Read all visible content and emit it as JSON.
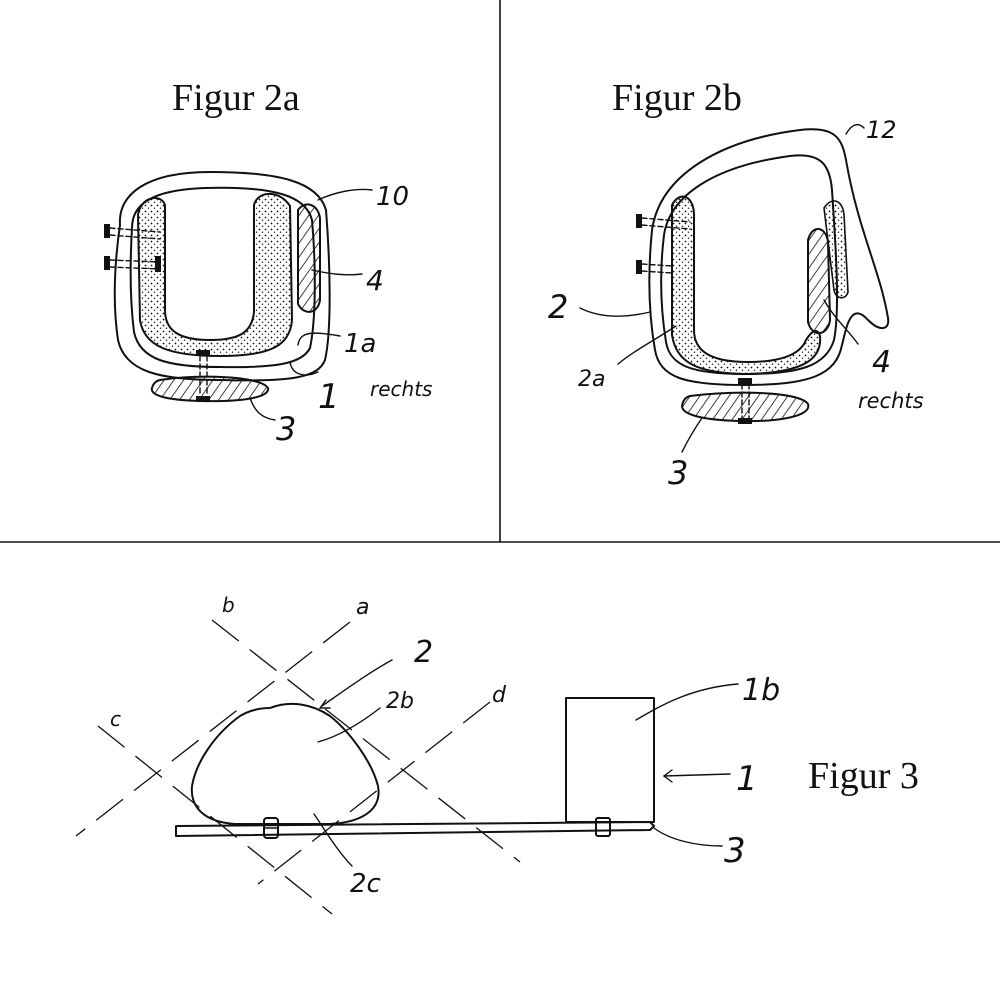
{
  "figures": {
    "fig2a": {
      "title": "Figur 2a",
      "labels": {
        "l10": "10",
        "l4": "4",
        "l1a": "1a",
        "l1": "1",
        "rechts": "rechts",
        "l3": "3"
      }
    },
    "fig2b": {
      "title": "Figur 2b",
      "labels": {
        "l12": "12",
        "l2": "2",
        "l2a": "2a",
        "l4": "4",
        "rechts": "rechts",
        "l3": "3"
      }
    },
    "fig3": {
      "title": "Figur 3",
      "labels": {
        "a": "a",
        "b": "b",
        "c": "c",
        "d": "d",
        "l2": "2",
        "l2b": "2b",
        "l1b": "1b",
        "l1": "1",
        "l3": "3",
        "l2c": "2c"
      }
    }
  }
}
